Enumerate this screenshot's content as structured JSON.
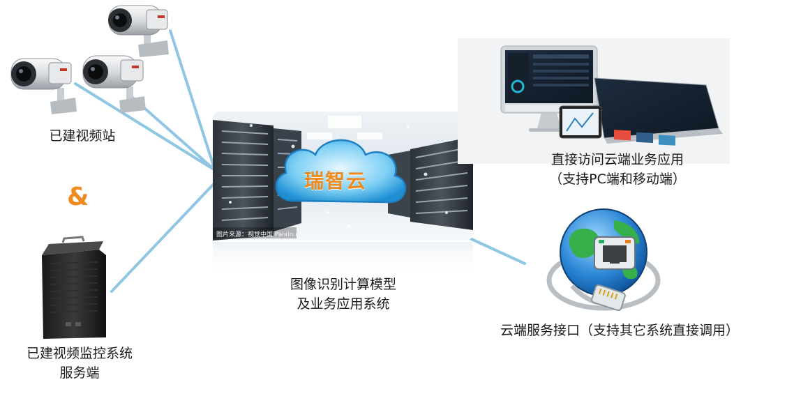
{
  "nodes": {
    "cameras": {
      "label": "已建视频站"
    },
    "ampersand": "&",
    "server": {
      "line1": "已建视频监控系统",
      "line2": "服务端"
    },
    "cloud_center": {
      "badge": "瑞智云",
      "photo_caption": "图片来源：视觉中国 Paixin.com",
      "line1": "图像识别计算模型",
      "line2": "及业务应用系统"
    },
    "devices": {
      "line1": "直接访问云端业务应用",
      "line2": "（支持PC端和移动端）"
    },
    "api": {
      "label": "云端服务接口（支持其它系统直接调用）"
    }
  },
  "colors": {
    "connector": "#8fc6e4",
    "accent": "#ef8a1e",
    "text": "#1a1a1a"
  }
}
